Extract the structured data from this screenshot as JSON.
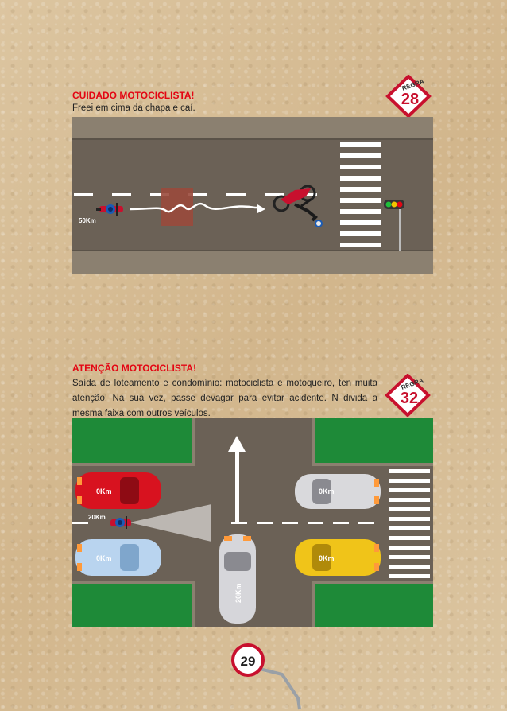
{
  "rule28": {
    "title": "CUIDADO MOTOCICLISTA!",
    "body": "Freei em cima da chapa e caí.",
    "badge_word": "REGRA",
    "badge_number": "28",
    "speed_label": "50Km"
  },
  "rule32": {
    "title": "ATENÇÃO MOTOCICLISTA!",
    "body": "Saída de loteamento e condomínio: motociclista e motoqueiro, ten muita atenção! Na sua vez, passe devagar para evitar acidente. N divida a mesma faixa com outros veículos.",
    "badge_word": "REGRA",
    "badge_number": "32",
    "car_labels": [
      "0Km",
      "0Km",
      "0Km",
      "0Km",
      "20Km"
    ],
    "moto_label": "20Km"
  },
  "page_number": "29",
  "colors": {
    "heading": "#e30613",
    "road": "#6b6156",
    "grass": "#1e8a38"
  }
}
